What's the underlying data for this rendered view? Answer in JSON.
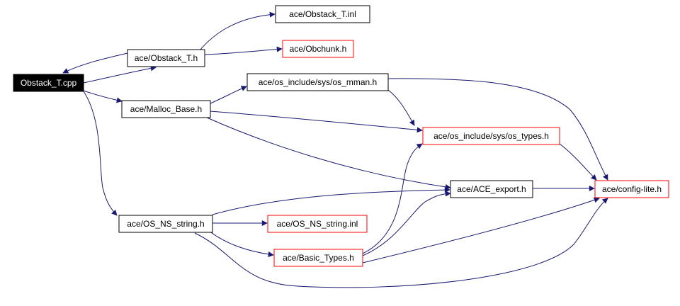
{
  "colors": {
    "edge": "#191970",
    "border_black": "#000000",
    "border_red": "#ff0000",
    "root_fill": "#000000",
    "node_fill": "#ffffff"
  },
  "nodes": [
    {
      "id": "obstack_t_cpp",
      "label": "Obstack_T.cpp",
      "style": "root"
    },
    {
      "id": "obstack_t_h",
      "label": "ace/Obstack_T.h",
      "style": "black"
    },
    {
      "id": "obstack_t_inl",
      "label": "ace/Obstack_T.inl",
      "style": "black"
    },
    {
      "id": "obchunk_h",
      "label": "ace/Obchunk.h",
      "style": "red"
    },
    {
      "id": "malloc_base_h",
      "label": "ace/Malloc_Base.h",
      "style": "black"
    },
    {
      "id": "os_mman_h",
      "label": "ace/os_include/sys/os_mman.h",
      "style": "black"
    },
    {
      "id": "os_types_h",
      "label": "ace/os_include/sys/os_types.h",
      "style": "red"
    },
    {
      "id": "ace_export_h",
      "label": "ace/ACE_export.h",
      "style": "black"
    },
    {
      "id": "config_lite_h",
      "label": "ace/config-lite.h",
      "style": "red"
    },
    {
      "id": "os_ns_string_h",
      "label": "ace/OS_NS_string.h",
      "style": "black"
    },
    {
      "id": "os_ns_string_inl",
      "label": "ace/OS_NS_string.inl",
      "style": "red"
    },
    {
      "id": "basic_types_h",
      "label": "ace/Basic_Types.h",
      "style": "red"
    }
  ],
  "edges": [
    {
      "from": "obstack_t_cpp",
      "to": "obstack_t_h"
    },
    {
      "from": "obstack_t_h",
      "to": "obstack_t_cpp"
    },
    {
      "from": "obstack_t_h",
      "to": "obstack_t_inl"
    },
    {
      "from": "obstack_t_h",
      "to": "obchunk_h"
    },
    {
      "from": "obstack_t_cpp",
      "to": "malloc_base_h"
    },
    {
      "from": "obstack_t_cpp",
      "to": "os_ns_string_h"
    },
    {
      "from": "malloc_base_h",
      "to": "os_mman_h"
    },
    {
      "from": "malloc_base_h",
      "to": "os_types_h"
    },
    {
      "from": "malloc_base_h",
      "to": "ace_export_h"
    },
    {
      "from": "os_mman_h",
      "to": "os_types_h"
    },
    {
      "from": "os_mman_h",
      "to": "config_lite_h"
    },
    {
      "from": "os_types_h",
      "to": "config_lite_h"
    },
    {
      "from": "ace_export_h",
      "to": "config_lite_h"
    },
    {
      "from": "os_ns_string_h",
      "to": "ace_export_h"
    },
    {
      "from": "os_ns_string_h",
      "to": "os_ns_string_inl"
    },
    {
      "from": "os_ns_string_h",
      "to": "basic_types_h"
    },
    {
      "from": "os_ns_string_h",
      "to": "config_lite_h"
    },
    {
      "from": "basic_types_h",
      "to": "os_types_h"
    },
    {
      "from": "basic_types_h",
      "to": "ace_export_h"
    },
    {
      "from": "basic_types_h",
      "to": "config_lite_h"
    }
  ]
}
